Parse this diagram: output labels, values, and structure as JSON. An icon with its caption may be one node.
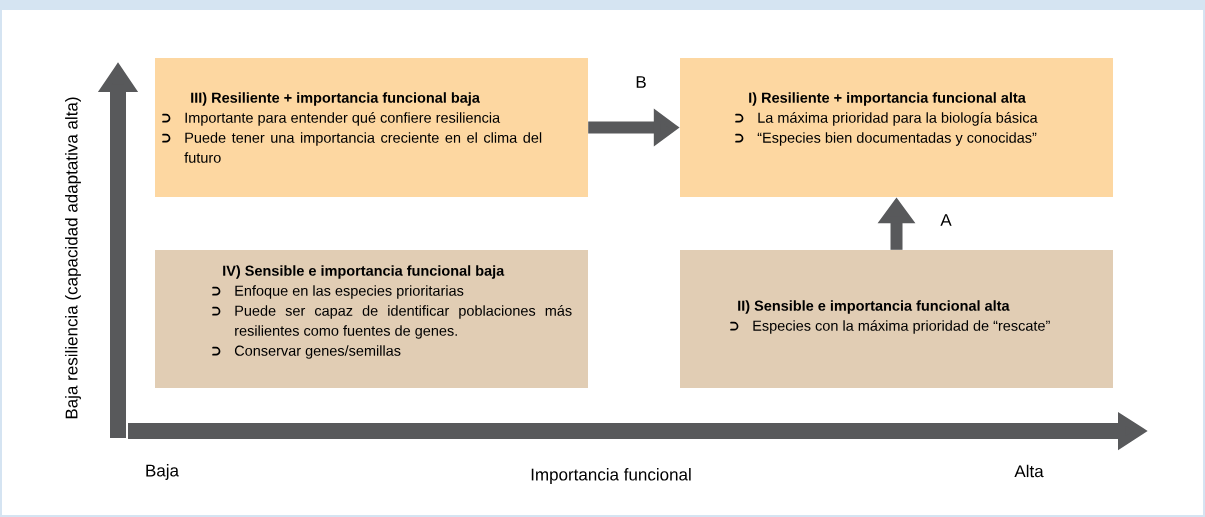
{
  "diagram": {
    "nodes": [
      {
        "text": [
          "III) Resiliente + importancia funcional baja",
          "Importante para entender qué confiere resiliencia",
          "Puede tener una importancia creciente en el clima del futuro"
        ]
      },
      {
        "text": [
          "I) Resiliente + importancia funcional alta",
          "La máxima prioridad para la biología básica",
          "“Especies bien documentadas y conocidas”"
        ]
      },
      {
        "text": [
          "IV) Sensible e importancia funcional baja",
          "Enfoque en las especies prioritarias",
          "Puede ser capaz de identificar poblaciones más resilientes como fuentes de genes.",
          "Conservar genes/semillas"
        ]
      },
      {
        "text": [
          "II) Sensible e importancia funcional alta",
          "Especies con la máxima prioridad de “rescate”"
        ]
      }
    ],
    "edges": [
      {
        "from": 0,
        "to": 1,
        "arrow": "to",
        "label": "B"
      },
      {
        "from": 3,
        "to": 1,
        "arrow": "to",
        "label": "A"
      }
    ],
    "labels": [
      "Baja resiliencia (capacidad adaptativa alta)",
      "Baja",
      "Importancia funcional",
      "Alta"
    ]
  }
}
